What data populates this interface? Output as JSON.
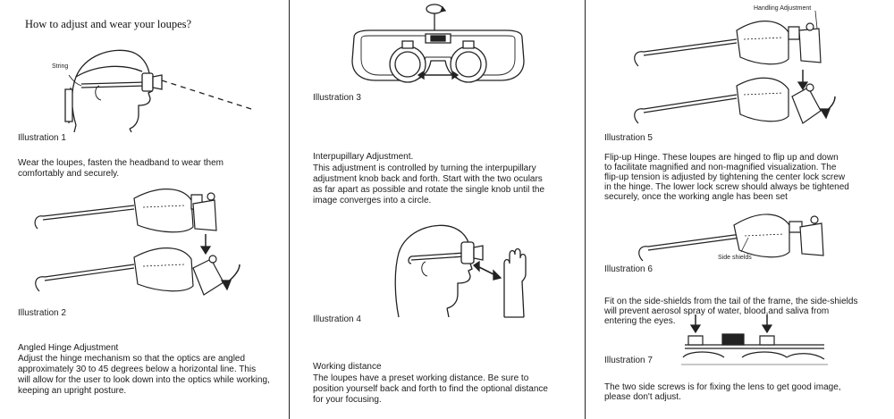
{
  "col1": {
    "title": "How to adjust and wear your loupes?",
    "string_label": "String",
    "ill1_caption": "Illustration 1",
    "ill1_text": [
      "Wear the loupes, fasten the headband to wear them",
      "comfortably and securely."
    ],
    "ill2_caption": "Illustration 2",
    "ill2_heading": "Angled Hinge Adjustment",
    "ill2_text": [
      "Adjust the hinge mechanism so that the optics are angled",
      "approximately 30 to 45 degrees below  a horizontal line. This",
      "will allow for the user to look down into the optics while working,",
      "keeping an upright posture."
    ]
  },
  "col2": {
    "ill3_caption": "Illustration 3",
    "ill3_heading": "Interpupillary Adjustment.",
    "ill3_text": [
      "This adjustment is controlled by turning the interpupillary",
      "adjustment knob back and forth. Start with the two oculars",
      "as far apart as possible and rotate the single knob until the",
      "image converges into a circle."
    ],
    "ill4_caption": "Illustration 4",
    "ill4_heading": "Working distance",
    "ill4_text": [
      "The loupes have a preset working distance. Be sure to",
      "position yourself back and forth to find the optional distance",
      "for your focusing."
    ]
  },
  "col3": {
    "handling_label": "Handling Adjustment",
    "ill5_caption": "Illustration 5",
    "ill5_text": [
      "Flip-up Hinge. These loupes are hinged to flip up and down",
      "to facilitate magnified and non-magnified visualization. The",
      "flip-up tension is adjusted by tightening the center lock screw",
      "in the hinge. The lower lock screw should always be tightened",
      "securely, once the  working angle has been set"
    ],
    "sideshields_label": "Side shields",
    "ill6_caption": "Illustration 6",
    "ill6_text": [
      "Fit on the side-shields from the tail of the frame, the side-shields",
      "will prevent aerosol spray of water, blood,and saliva from",
      "entering the eyes."
    ],
    "ill7_caption": "Illustration 7",
    "ill7_text": [
      "The two side screws is for fixing the lens to get good image,",
      "please don't  adjust."
    ]
  }
}
